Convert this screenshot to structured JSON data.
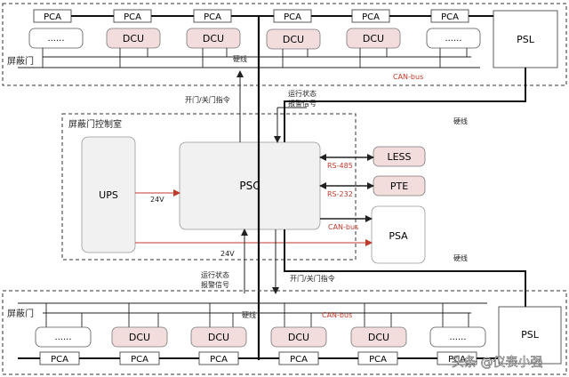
{
  "zones": {
    "top_label": "屏蔽门",
    "bottom_label": "屏蔽门",
    "control_room_label": "屏蔽门控制室"
  },
  "top": {
    "pca_labels": [
      "PCA",
      "PCA",
      "PCA",
      "PCA",
      "PCA",
      "PCA"
    ],
    "unit_labels": [
      "......",
      "DCU",
      "DCU",
      "DCU",
      "DCU",
      "......"
    ],
    "psl_label": "PSL",
    "hardwire_label": "硬线",
    "can_label": "CAN-bus"
  },
  "bottom": {
    "pca_labels": [
      "PCA",
      "PCA",
      "PCA",
      "PCA",
      "PCA",
      "PCA"
    ],
    "unit_labels": [
      "......",
      "DCU",
      "DCU",
      "DCU",
      "DCU",
      "......"
    ],
    "psl_label": "PSL",
    "hardwire_label": "硬线",
    "can_label": "CAN-bus"
  },
  "center": {
    "ups_label": "UPS",
    "psc_label": "PSC",
    "less_label": "LESS",
    "pte_label": "PTE",
    "psa_label": "PSA",
    "v24_right": "24V",
    "v24_bottom": "24V",
    "rs485": "RS-485",
    "rs232": "RS-232",
    "can_psa": "CAN-bus"
  },
  "signals": {
    "open_close_top": "开门/关门指令",
    "status_top_1": "运行状态",
    "status_top_2": "报警信号",
    "hardwire_right_top": "硬线",
    "status_bottom_1": "运行状态",
    "status_bottom_2": "报警信号",
    "open_close_bottom": "开门/关门指令",
    "hardwire_right_bottom": "硬线"
  },
  "watermark": "头条 @仪表小强",
  "colors": {
    "dcu_fill": "#f2dcdc",
    "box_fill": "#f1f1f1",
    "accent_red": "#c0392b",
    "line": "#222222"
  }
}
